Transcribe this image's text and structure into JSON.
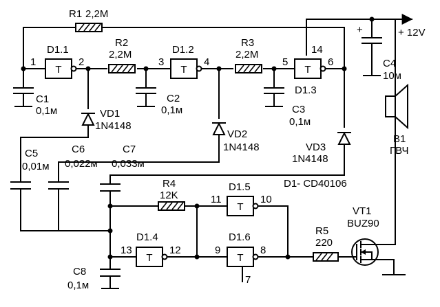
{
  "supply": {
    "label": "+ 12V"
  },
  "resistors": {
    "r1": {
      "name": "R1",
      "value": "2,2M"
    },
    "r2": {
      "name": "R2",
      "value": "2,2M"
    },
    "r3": {
      "name": "R3",
      "value": "2,2M"
    },
    "r4": {
      "name": "R4",
      "value": "12K"
    },
    "r5": {
      "name": "R5",
      "value": "220"
    }
  },
  "capacitors": {
    "c1": {
      "name": "C1",
      "value": "0,1м"
    },
    "c2": {
      "name": "C2",
      "value": "0,1м"
    },
    "c3": {
      "name": "C3",
      "value": "0,1м"
    },
    "c4": {
      "name": "C4",
      "value": "10м"
    },
    "c5": {
      "name": "C5",
      "value": "0,01м"
    },
    "c6": {
      "name": "C6",
      "value": "0,022м"
    },
    "c7": {
      "name": "C7",
      "value": "0,033м"
    },
    "c8": {
      "name": "C8",
      "value": "0,1м"
    },
    "polarity": "+"
  },
  "diodes": {
    "vd1": {
      "name": "VD1",
      "value": "1N4148"
    },
    "vd2": {
      "name": "VD2",
      "value": "1N4148"
    },
    "vd3": {
      "name": "VD3",
      "value": "1N4148"
    }
  },
  "gates": {
    "symbol": "T",
    "d11": {
      "name": "D1.1",
      "in": "1",
      "out": "2"
    },
    "d12": {
      "name": "D1.2",
      "in": "3",
      "out": "4"
    },
    "d13": {
      "name": "D1.3",
      "in": "5",
      "out": "6",
      "vdd": "14"
    },
    "d14": {
      "name": "D1.4",
      "in": "13",
      "out": "12"
    },
    "d15": {
      "name": "D1.5",
      "in": "11",
      "out": "10"
    },
    "d16": {
      "name": "D1.6",
      "in": "9",
      "out": "8",
      "gnd": "7"
    }
  },
  "ic_note": "D1- CD40106",
  "transistor": {
    "name": "VT1",
    "value": "BUZ90"
  },
  "buzzer": {
    "name": "B1",
    "value": "ГВЧ"
  }
}
